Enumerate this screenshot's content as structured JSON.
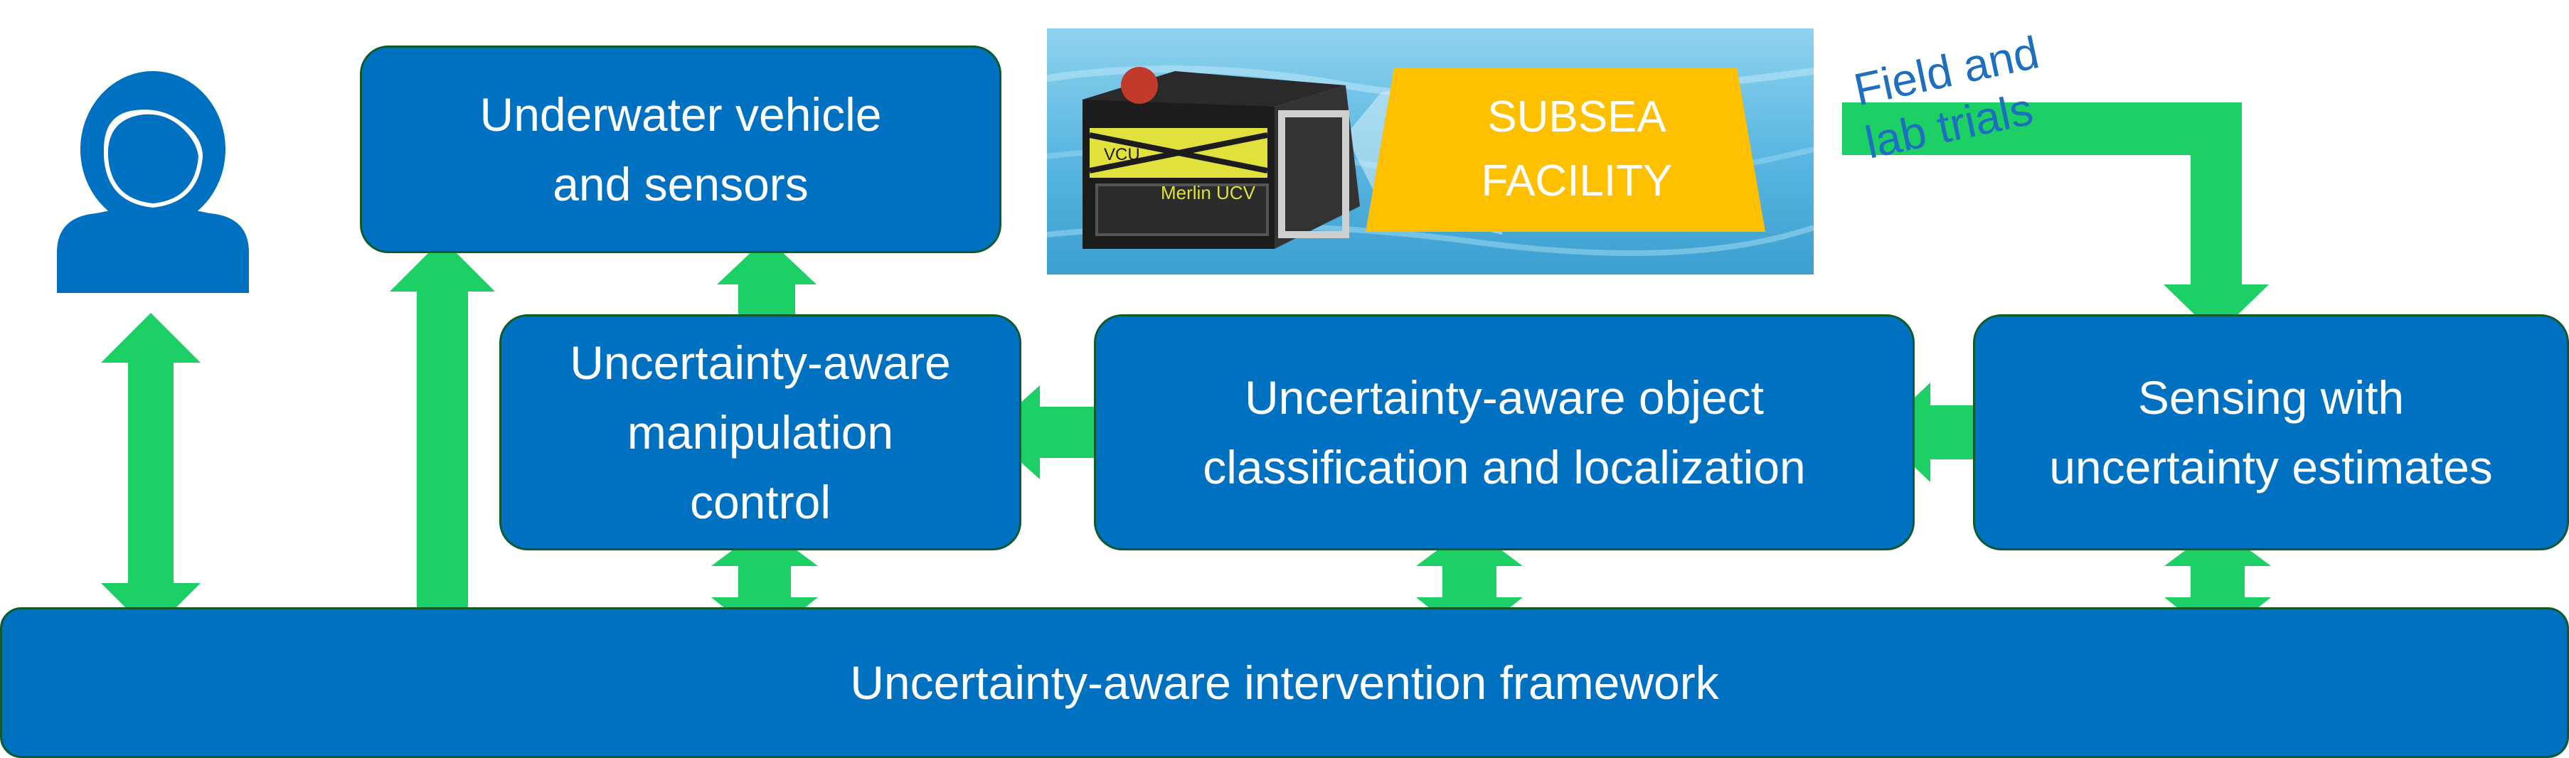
{
  "diagram": {
    "framework_label": "Uncertainty-aware intervention framework",
    "vehicle_label": "Underwater vehicle\nand sensors",
    "manipulation_label": "Uncertainty-aware\nmanipulation\ncontrol",
    "classification_label": "Uncertainty-aware object\nclassification and localization",
    "sensing_label": "Sensing with\nuncertainty estimates",
    "photo": {
      "facility_label": "SUBSEA\nFACILITY",
      "vehicle_marking": "Merlin UCV",
      "vehicle_logo": "VCU"
    },
    "trials_label": "Field and\nlab trials",
    "icons": [
      "person-icon"
    ],
    "colors": {
      "box": "#0070c0",
      "arrow": "#1dd065",
      "facility": "#ffc000",
      "trials_text": "#1f6fc0"
    }
  }
}
